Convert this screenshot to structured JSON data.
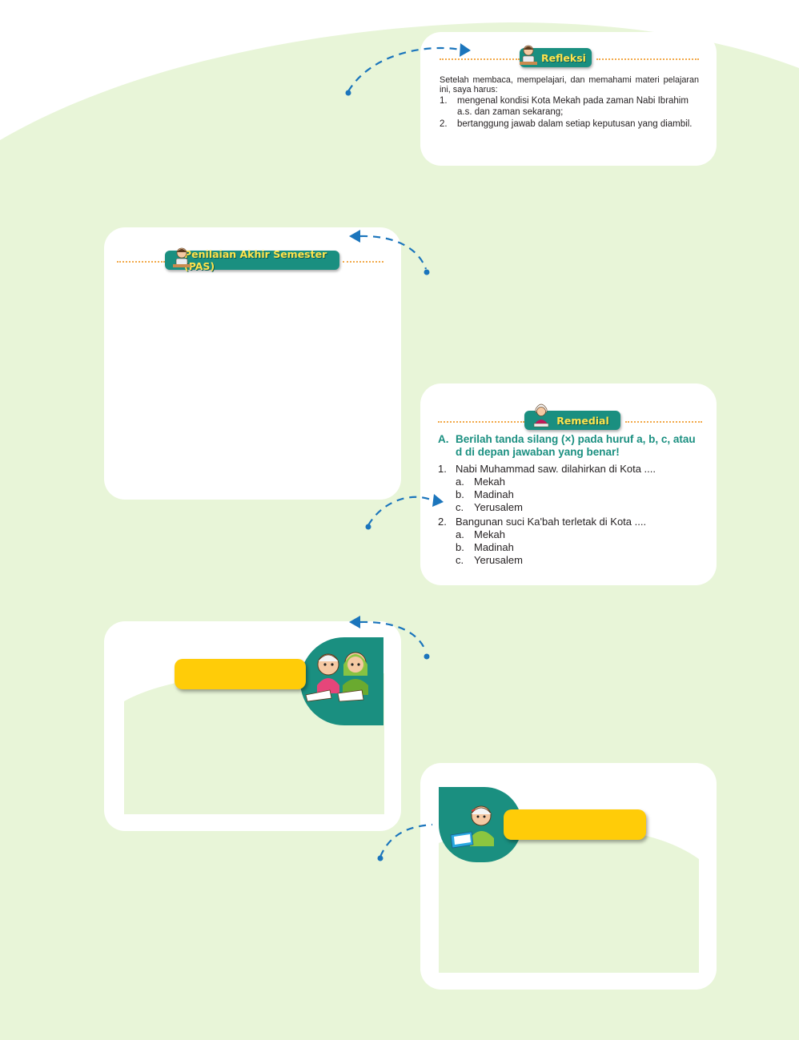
{
  "colors": {
    "page_green": "#e8f5d8",
    "teal": "#1a8f80",
    "badge_text": "#ffe44d",
    "yellow": "#ffcc08",
    "arrow_blue": "#1b75bc",
    "dotted_orange": "#f2a94a"
  },
  "refleksi": {
    "title": "Refleksi",
    "icon": "student-writing-icon",
    "intro": "Setelah membaca, mempelajari, dan memahami materi pelajaran ini, saya harus:",
    "items": [
      {
        "num": "1.",
        "text": "mengenal kondisi Kota Mekah pada zaman Nabi Ibrahim a.s. dan zaman sekarang;"
      },
      {
        "num": "2.",
        "text": "bertanggung jawab dalam setiap keputusan yang diambil."
      }
    ]
  },
  "pas": {
    "title": "Penilaian Akhir Semester (PAS)",
    "icon": "student-writing-icon"
  },
  "remedial": {
    "title": "Remedial",
    "icon": "student-studying-icon",
    "section_letter": "A.",
    "instruction": "Berilah tanda silang (×) pada huruf a, b, c, atau d di depan jawaban yang benar!",
    "questions": [
      {
        "num": "1.",
        "text": "Nabi Muhammad saw. dilahirkan di Kota ....",
        "options": [
          {
            "letter": "a.",
            "text": "Mekah"
          },
          {
            "letter": "b.",
            "text": "Madinah"
          },
          {
            "letter": "c.",
            "text": "Yerusalem"
          }
        ]
      },
      {
        "num": "2.",
        "text": "Bangunan suci Ka'bah terletak di Kota ....",
        "options": [
          {
            "letter": "a.",
            "text": "Mekah"
          },
          {
            "letter": "b.",
            "text": "Madinah"
          },
          {
            "letter": "c.",
            "text": "Yerusalem"
          }
        ]
      }
    ]
  },
  "illustrations": {
    "card_left": "two-children-reading-icon",
    "card_right": "child-reading-book-icon"
  }
}
